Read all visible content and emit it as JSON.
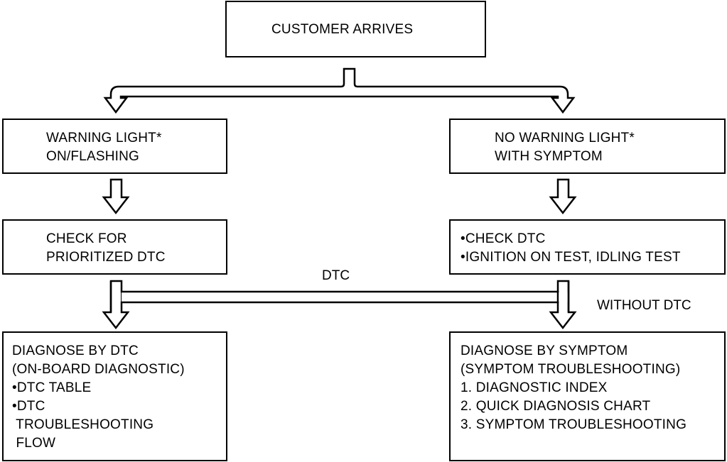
{
  "start": {
    "text": "CUSTOMER ARRIVES"
  },
  "left_branch": {
    "condition": {
      "line1": "WARNING LIGHT*",
      "line2": "ON/FLASHING"
    },
    "check": {
      "line1": "CHECK FOR",
      "line2": "PRIORITIZED DTC"
    },
    "result": {
      "line1": "DIAGNOSE BY DTC",
      "line2": "(ON-BOARD DIAGNOSTIC)",
      "line3": "•DTC TABLE",
      "line4": "•DTC",
      "line5": " TROUBLESHOOTING",
      "line6": " FLOW"
    }
  },
  "right_branch": {
    "condition": {
      "line1": "NO WARNING LIGHT*",
      "line2": "WITH SYMPTOM"
    },
    "check": {
      "line1": "•CHECK DTC",
      "line2": "•IGNITION ON TEST, IDLING TEST"
    },
    "result": {
      "line1": "DIAGNOSE BY SYMPTOM",
      "line2": "(SYMPTOM TROUBLESHOOTING)",
      "line3": "1. DIAGNOSTIC INDEX",
      "line4": "2. QUICK DIAGNOSIS CHART",
      "line5": "3. SYMPTOM TROUBLESHOOTING"
    }
  },
  "edge_labels": {
    "dtc": "DTC",
    "without_dtc": "WITHOUT DTC"
  }
}
